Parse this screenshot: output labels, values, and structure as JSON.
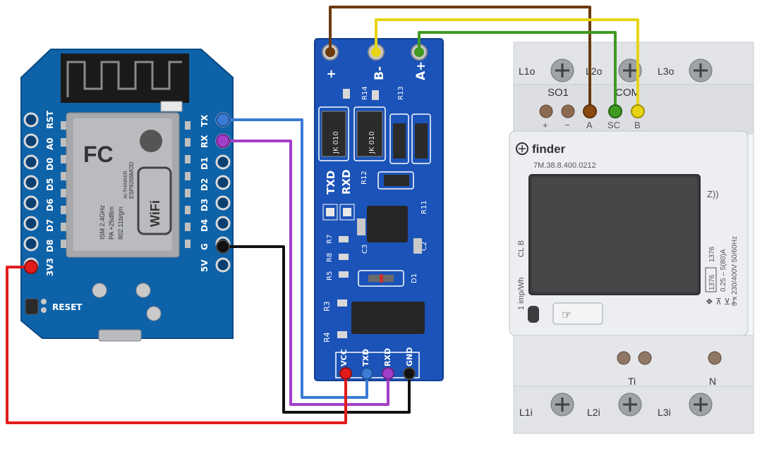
{
  "d1_mini": {
    "left_pins": [
      "RST",
      "A0",
      "D0",
      "D5",
      "D6",
      "D7",
      "D8",
      "3V3"
    ],
    "right_pins": [
      "TX",
      "RX",
      "D1",
      "D2",
      "D3",
      "D4",
      "G",
      "5V"
    ],
    "reset_label": "RESET",
    "module": {
      "brand": "WiFi",
      "model_line1": "ESP8266MOD",
      "model_line2": "AI-THINKER",
      "spec_line1": "ISM 2.4GHz",
      "spec_line2": "PA +25dBm",
      "spec_line3": "802.11b/g/n"
    }
  },
  "rs485_board": {
    "top_pins": [
      "+",
      "B-",
      "A+"
    ],
    "bottom_pins": [
      "VCC",
      "TXD",
      "RXD",
      "GND"
    ],
    "labels": {
      "txd": "TXD",
      "rxd": "RXD",
      "r14": "R14",
      "r13": "R13",
      "r12": "R12",
      "r11": "R11",
      "r7": "R7",
      "r8": "R8",
      "r5": "R5",
      "r3": "R3",
      "r4": "R4",
      "c3": "C3",
      "c2": "C2",
      "d1": "D1",
      "jk1": "JK 010",
      "jk2": "JK 010"
    }
  },
  "energy_meter": {
    "brand": "finder",
    "model": "7M.38.8.400.0212",
    "top_terminals": [
      "L1o",
      "L2o",
      "L3o"
    ],
    "bottom_terminals": [
      "L1i",
      "L2i",
      "L3i"
    ],
    "so_label": "SO1",
    "com_label": "COM",
    "terminal_labels": [
      "+",
      "−",
      "A",
      "SC",
      "B"
    ],
    "ti_label": "Ti",
    "n_label": "N",
    "impulse": "1 imp/Wh",
    "class": "CL B",
    "spec": "0.25 – 5(80)A",
    "voltage": "3 x 230/400V 50/60Hz",
    "cert_box": "1376",
    "cert_num": "1376"
  },
  "wires": [
    {
      "from": "d1_mini.TX",
      "to": "rs485.TXD",
      "color": "#3a7bd5"
    },
    {
      "from": "d1_mini.RX",
      "to": "rs485.RXD",
      "color": "#a23fc8"
    },
    {
      "from": "d1_mini.G",
      "to": "rs485.GND",
      "color": "#111111"
    },
    {
      "from": "d1_mini.3V3",
      "to": "rs485.VCC",
      "color": "#e21b1b"
    },
    {
      "from": "rs485.+",
      "to": "meter.A",
      "color": "#6b3a0e"
    },
    {
      "from": "rs485.B-",
      "to": "meter.B",
      "color": "#e8d414"
    },
    {
      "from": "rs485.A+",
      "to": "meter.SC",
      "color": "#3f9a1f"
    }
  ]
}
